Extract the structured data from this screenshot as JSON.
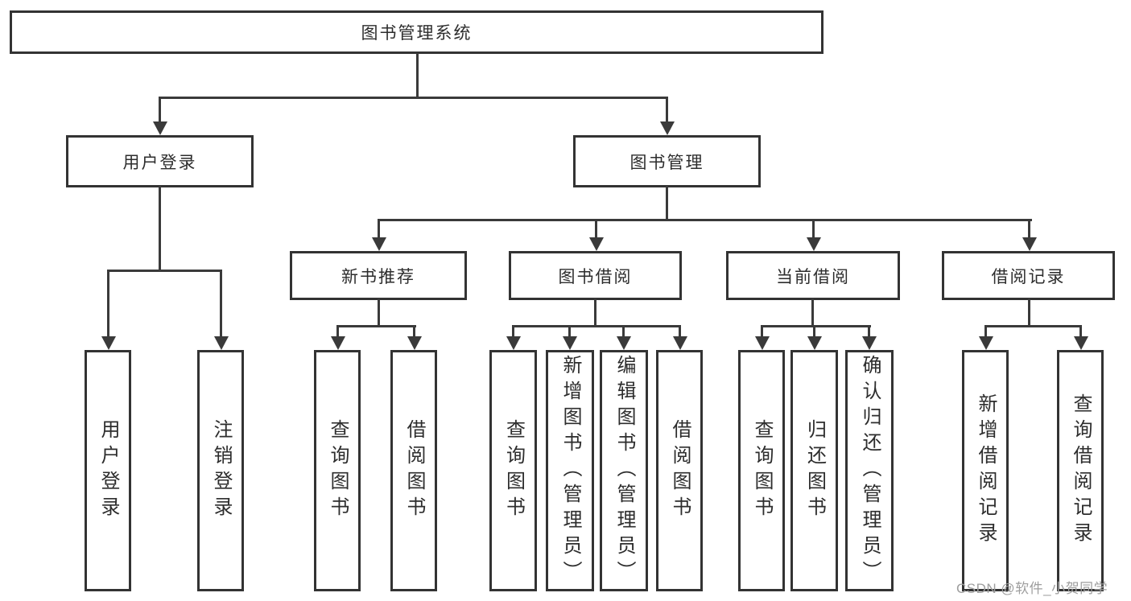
{
  "diagram": {
    "root": {
      "label": "图书管理系统"
    },
    "level2": [
      {
        "label": "用户登录"
      },
      {
        "label": "图书管理"
      }
    ],
    "level3": [
      {
        "label": "新书推荐"
      },
      {
        "label": "图书借阅"
      },
      {
        "label": "当前借阅"
      },
      {
        "label": "借阅记录"
      }
    ],
    "leaves": {
      "user_login": [
        {
          "label": "用户登录"
        },
        {
          "label": "注销登录"
        }
      ],
      "new_book": [
        {
          "label": "查询图书"
        },
        {
          "label": "借阅图书"
        }
      ],
      "book_borrow": [
        {
          "label": "查询图书"
        },
        {
          "label": "新增图书（管理员）"
        },
        {
          "label": "编辑图书（管理员）"
        },
        {
          "label": "借阅图书"
        }
      ],
      "current_borrow": [
        {
          "label": "查询图书"
        },
        {
          "label": "归还图书"
        },
        {
          "label": "确认归还（管理员）"
        }
      ],
      "borrow_record": [
        {
          "label": "新增借阅记录"
        },
        {
          "label": "查询借阅记录"
        }
      ]
    },
    "watermark": "CSDN @软件_小贺同学",
    "colors": {
      "line": "#3a3a3a",
      "box_border": "#333333",
      "text": "#2d2d2d",
      "watermark": "#9e9e9e",
      "background": "#ffffff"
    }
  }
}
